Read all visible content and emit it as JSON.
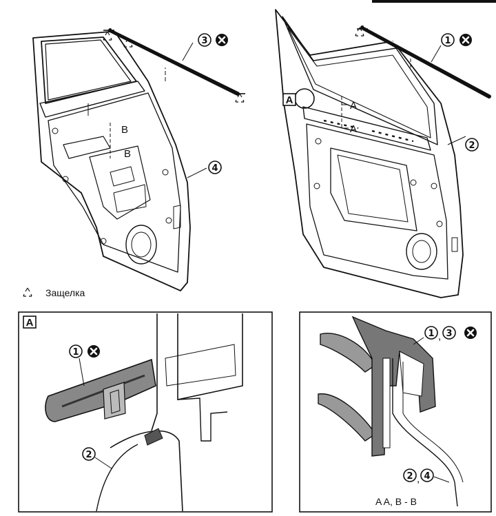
{
  "callouts": {
    "part1": "1",
    "part2": "2",
    "part3": "3",
    "part4": "4"
  },
  "section_labels": {
    "a": "A",
    "b": "B"
  },
  "detail_box_label": "A",
  "legend": {
    "clip_text": "Защелка"
  },
  "section_caption": "A A, B - B",
  "callout_separators": {
    "part1_part3": ",",
    "part2_part4": ","
  },
  "colors": {
    "ink": "#111111",
    "background": "#ffffff",
    "shade": "#888888"
  },
  "icons": {
    "replace": "circled-x-icon",
    "clip": "clip-triangle-icon"
  }
}
